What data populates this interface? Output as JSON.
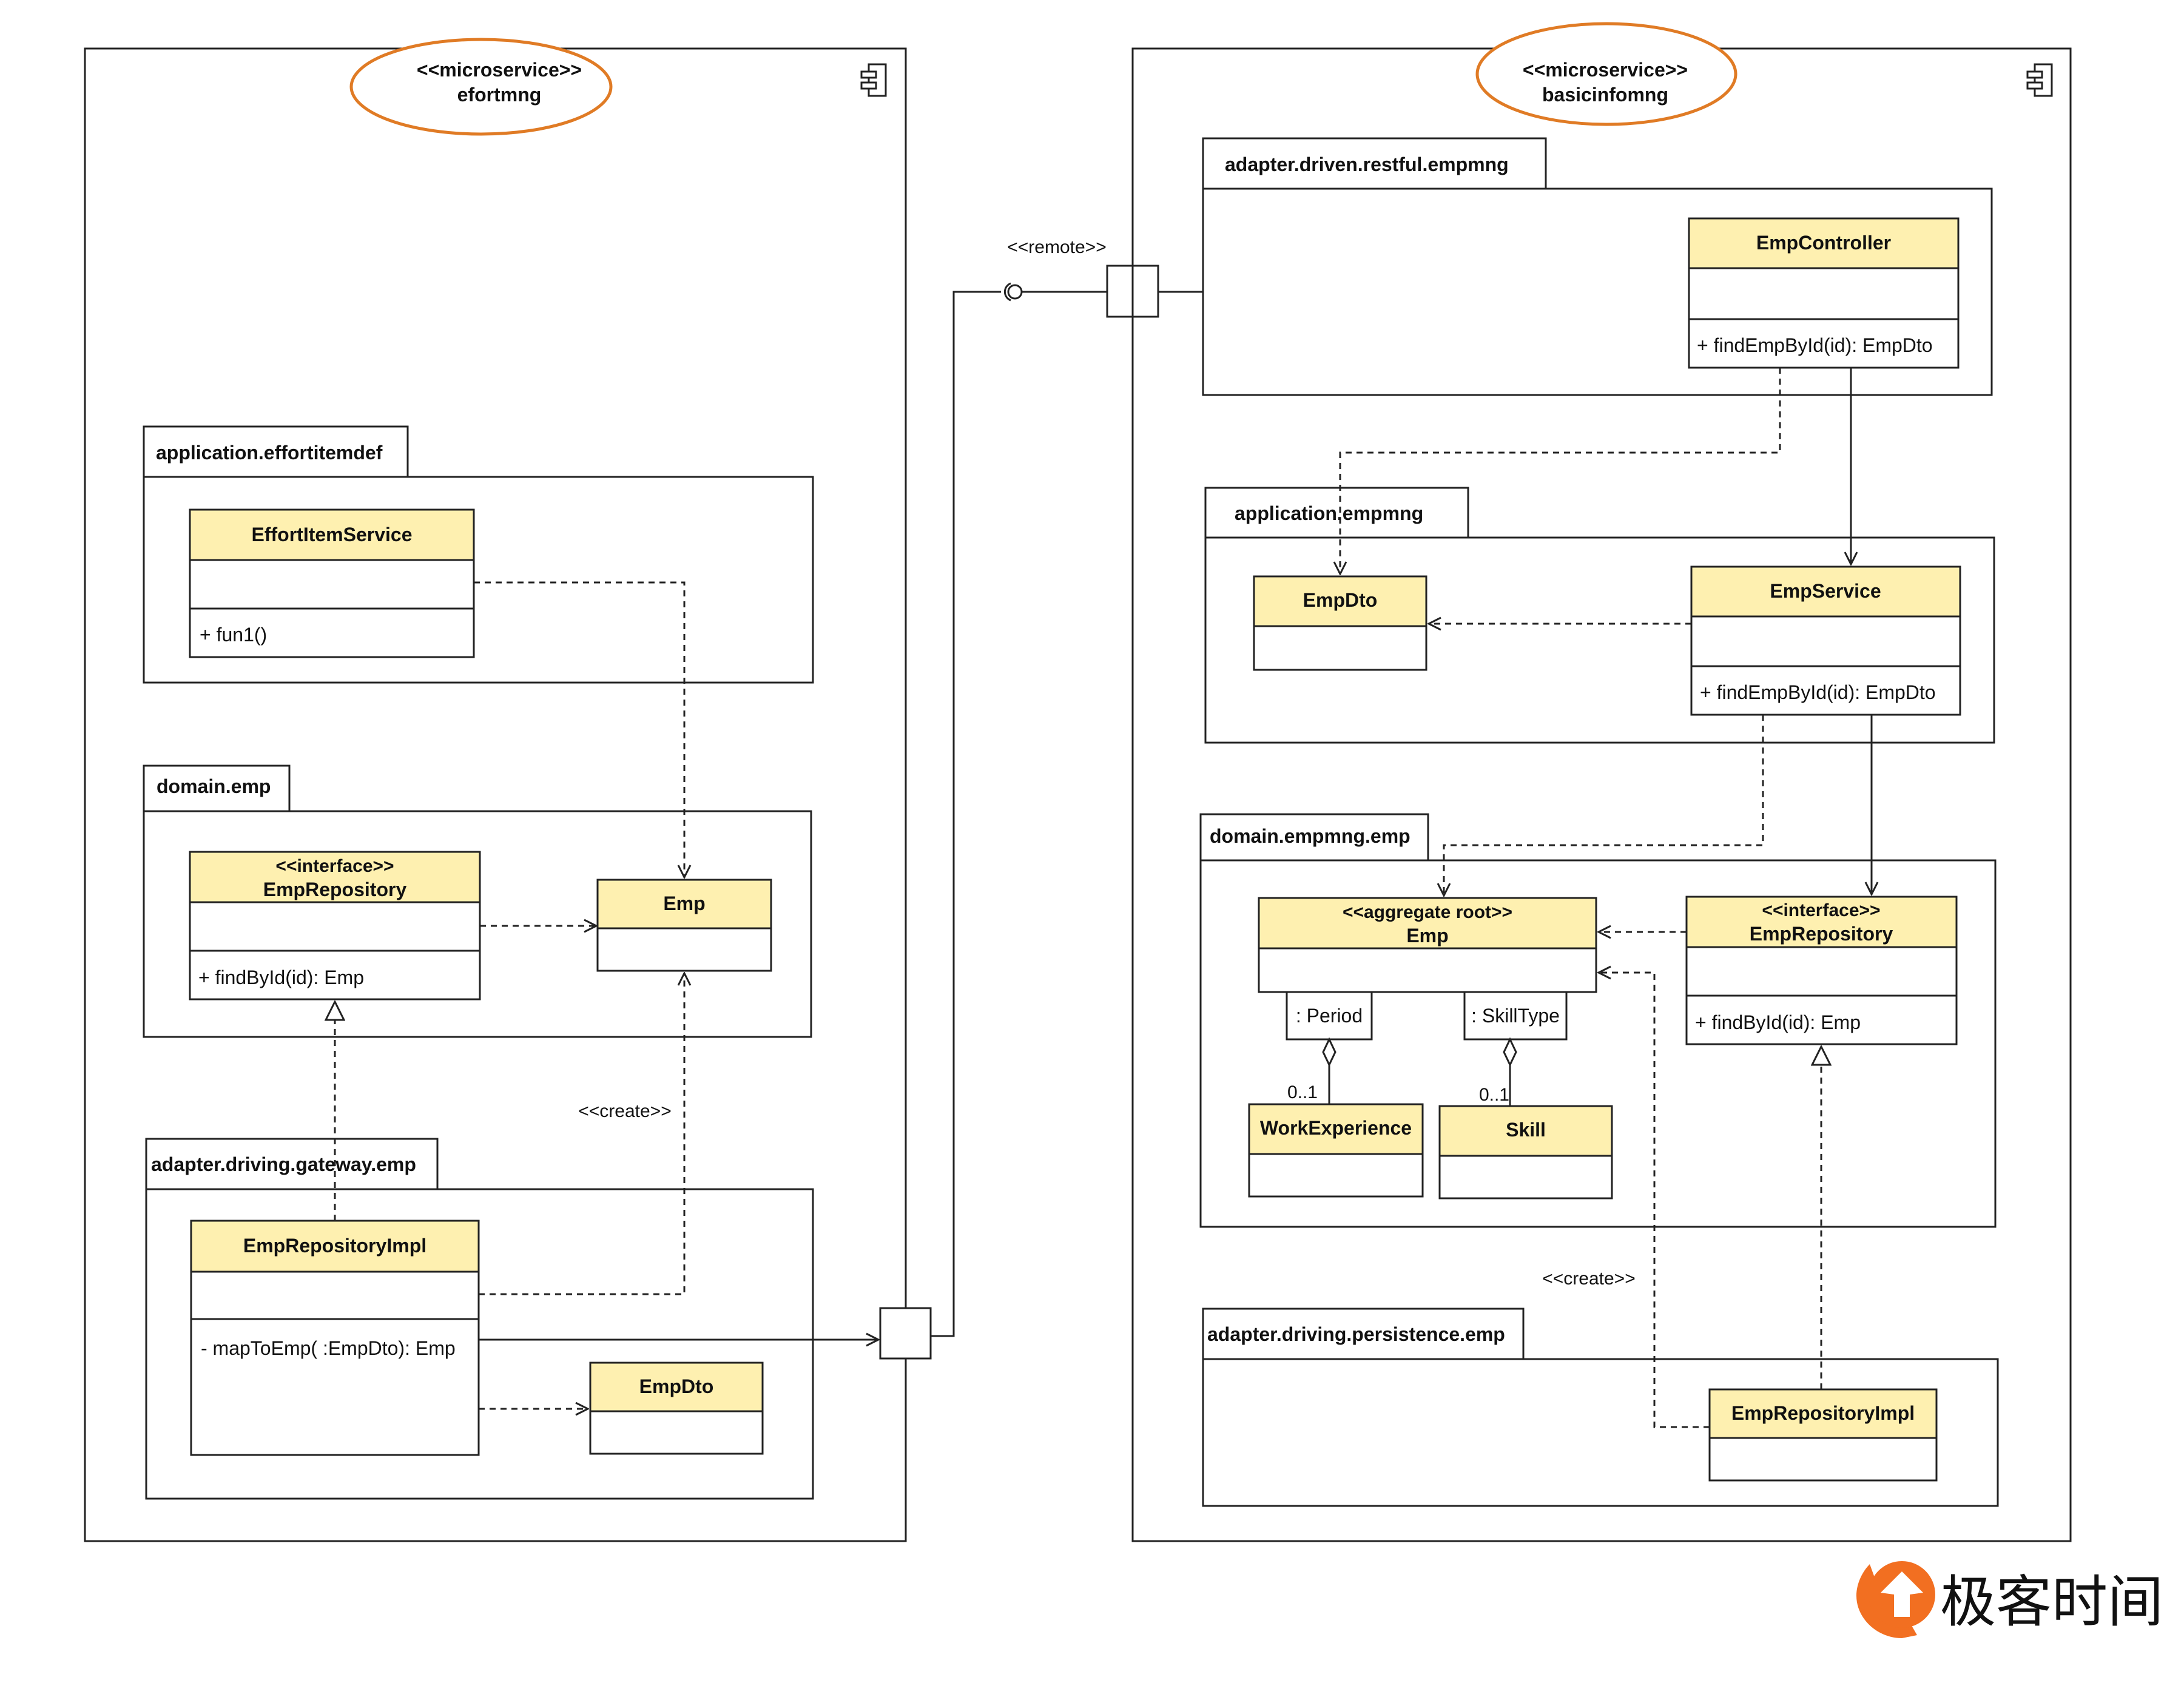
{
  "services": [
    {
      "stereotype": "<<microservice>>",
      "name": "efortmng"
    },
    {
      "stereotype": "<<microservice>>",
      "name": "basicinfomng"
    }
  ],
  "packages": {
    "app_effort": "application.effortitemdef",
    "domain_emp": "domain.emp",
    "adapter_gateway": "adapter.driving.gateway.emp",
    "adapter_restful": "adapter.driven.restful.empmng",
    "app_empmng": "application.empmng",
    "domain_empmng": "domain.empmng.emp",
    "adapter_persistence": "adapter.driving.persistence.emp"
  },
  "classes": {
    "effort_item_service": {
      "name": "EffortItemService",
      "op": "+ fun1()"
    },
    "emp_repository_left": {
      "stereotype": "<<interface>>",
      "name": "EmpRepository",
      "op": "+ findById(id): Emp"
    },
    "emp_left": {
      "name": "Emp"
    },
    "emp_repository_impl_left": {
      "name": "EmpRepositoryImpl",
      "op": "- mapToEmp( :EmpDto): Emp"
    },
    "emp_dto_left": {
      "name": "EmpDto"
    },
    "emp_controller": {
      "name": "EmpController",
      "op": "+ findEmpById(id): EmpDto"
    },
    "emp_dto_right": {
      "name": "EmpDto"
    },
    "emp_service": {
      "name": "EmpService",
      "op": "+ findEmpById(id): EmpDto"
    },
    "emp_aggregate": {
      "stereotype": "<<aggregate root>>",
      "name": "Emp"
    },
    "emp_repository_right": {
      "stereotype": "<<interface>>",
      "name": "EmpRepository",
      "op": "+ findById(id): Emp"
    },
    "work_experience": {
      "name": "WorkExperience"
    },
    "skill": {
      "name": "Skill"
    },
    "emp_repository_impl_right": {
      "name": "EmpRepositoryImpl"
    }
  },
  "qualifiers": {
    "period": ": Period",
    "skill_type": ": SkillType"
  },
  "multiplicities": {
    "work_experience": "0..1",
    "skill": "0..1"
  },
  "labels": {
    "remote": "<<remote>>",
    "create_left": "<<create>>",
    "create_right": "<<create>>"
  },
  "logo": {
    "text": "极客时间",
    "accent": "#f26f21"
  },
  "colors": {
    "class_header": "#fef0b0",
    "service_oval": "#e07b25",
    "line": "#222222"
  }
}
